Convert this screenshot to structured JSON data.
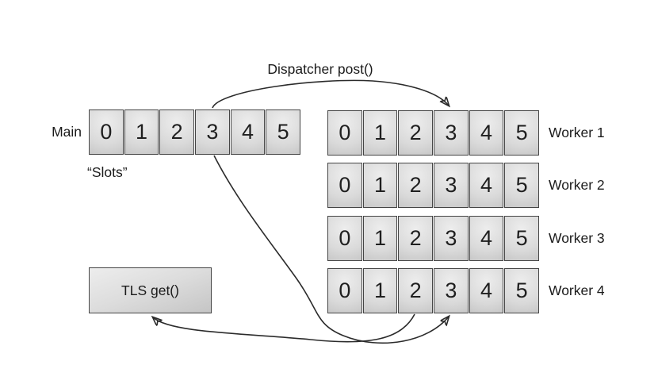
{
  "labels": {
    "dispatcher": "Dispatcher post()",
    "main": "Main",
    "slots_caption": "“Slots”",
    "tls": "TLS get()"
  },
  "main_row": {
    "label": "Main",
    "cells": [
      "0",
      "1",
      "2",
      "3",
      "4",
      "5"
    ]
  },
  "workers": [
    {
      "label": "Worker 1",
      "cells": [
        "0",
        "1",
        "2",
        "3",
        "4",
        "5"
      ]
    },
    {
      "label": "Worker 2",
      "cells": [
        "0",
        "1",
        "2",
        "3",
        "4",
        "5"
      ]
    },
    {
      "label": "Worker 3",
      "cells": [
        "0",
        "1",
        "2",
        "3",
        "4",
        "5"
      ]
    },
    {
      "label": "Worker 4",
      "cells": [
        "0",
        "1",
        "2",
        "3",
        "4",
        "5"
      ]
    }
  ],
  "arrows": [
    {
      "name": "dispatcher-post",
      "from": "main-slot-3",
      "to": "worker1-slot-3",
      "label": "Dispatcher post()"
    },
    {
      "name": "main-to-worker4",
      "from": "main-slot-3",
      "to": "worker4-slot-3",
      "label": ""
    },
    {
      "name": "worker4-to-tls",
      "from": "worker4-slot-2",
      "to": "tls-box",
      "label": ""
    }
  ],
  "colors": {
    "background": "#ffffff",
    "line": "#2b2b2b",
    "cell_border": "#454545",
    "cell_fill_light": "#ededed",
    "cell_fill_dark": "#bfbfbf",
    "text": "#1b1b1b"
  }
}
